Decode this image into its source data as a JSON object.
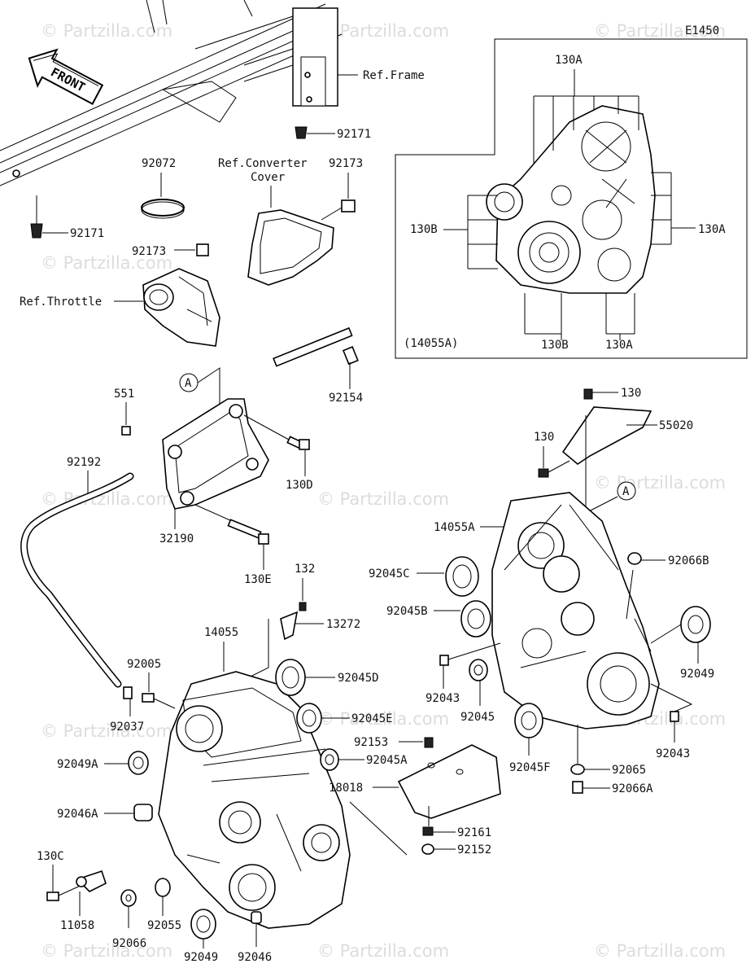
{
  "diagram_code": "E1450",
  "watermark": "© Partzilla.com",
  "front_label": "FRONT",
  "inset": {
    "assembly_label": "(14055A)",
    "callouts": [
      "130A",
      "130A",
      "130B",
      "130B",
      "130A"
    ]
  },
  "refs": {
    "frame": "Ref.Frame",
    "converter_cover": [
      "Ref.Converter",
      "Cover"
    ],
    "throttle": "Ref.Throttle"
  },
  "circle_marker": "A",
  "labels": {
    "p92171_top": "92171",
    "p92171_left": "92171",
    "p92072": "92072",
    "p92173_top": "92173",
    "p92173_left": "92173",
    "p551": "551",
    "p92154": "92154",
    "p130D": "130D",
    "p92192": "92192",
    "p32190": "32190",
    "p130E": "130E",
    "p132": "132",
    "p13272": "13272",
    "p14055": "14055",
    "p92005": "92005",
    "p92045D": "92045D",
    "p92037": "92037",
    "p92045E": "92045E",
    "p92049A": "92049A",
    "p92153": "92153",
    "p92045A": "92045A",
    "p18018": "18018",
    "p92046A": "92046A",
    "p92161": "92161",
    "p92152": "92152",
    "p130C": "130C",
    "p11058": "11058",
    "p92066": "92066",
    "p92055": "92055",
    "p92049_bottom": "92049",
    "p92046": "92046",
    "p130_top": "130",
    "p55020": "55020",
    "p130_mid": "130",
    "p14055A": "14055A",
    "p92066B": "92066B",
    "p92045C": "92045C",
    "p92045B": "92045B",
    "p92049_right": "92049",
    "p92043_left": "92043",
    "p92045": "92045",
    "p92043_right": "92043",
    "p92045F": "92045F",
    "p92065": "92065",
    "p92066A": "92066A"
  }
}
